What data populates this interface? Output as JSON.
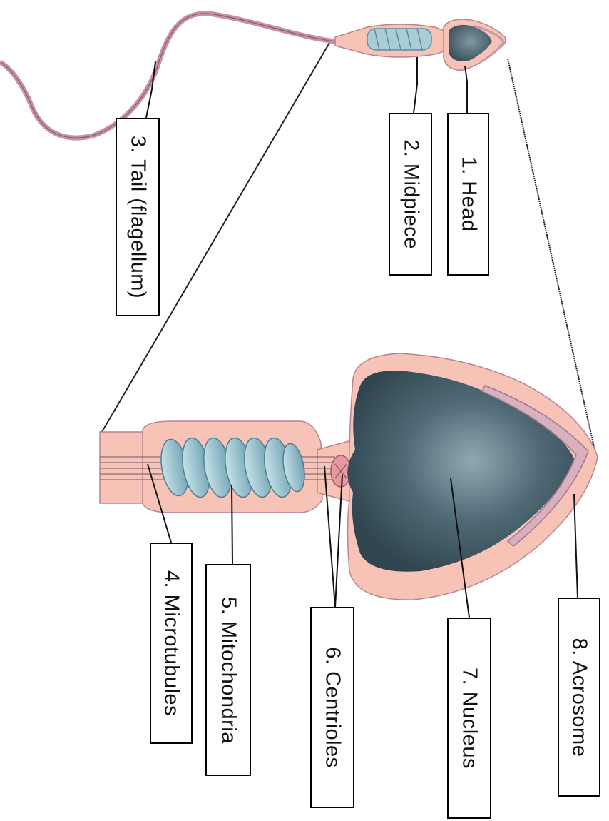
{
  "labels": {
    "head": "1.  Head",
    "midpiece": "2. Midpiece",
    "tail": "3. Tail (flagellum)",
    "microtubules": "4. Microtubules",
    "mitochondria": "5.  Mitochondria",
    "centrioles": "6.  Centrioles",
    "nucleus": "7.  Nucleus",
    "acrosome": "8.  Acrosome"
  },
  "colors": {
    "membrane": "#f6c3b6",
    "membrane_edge": "#b8848e",
    "nucleus": "#4a6470",
    "mitochondria": "#9cc6d2",
    "tail": "#c690a6"
  }
}
